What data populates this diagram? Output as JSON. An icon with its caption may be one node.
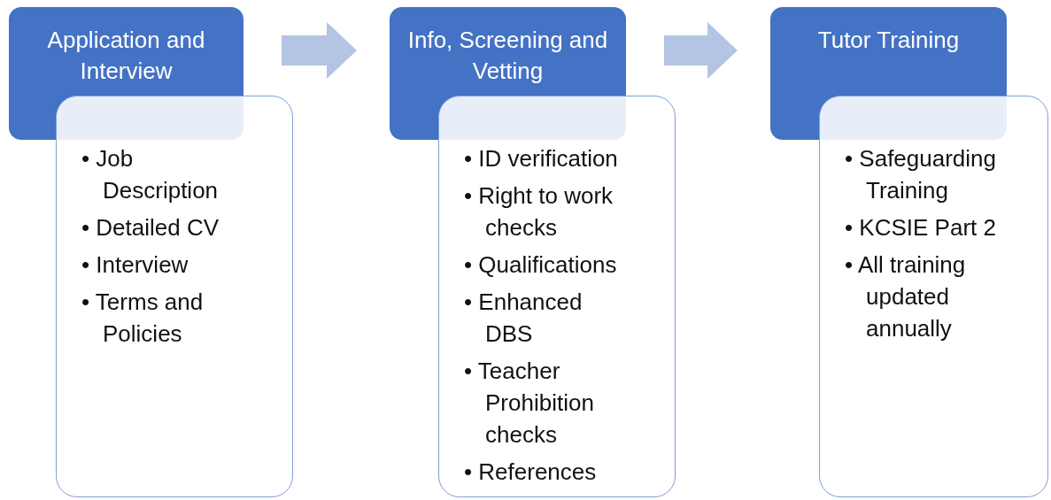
{
  "diagram": {
    "nodes": [
      {
        "text": [
          "Application and Interview"
        ]
      },
      {
        "text": [
          "• Job Description",
          "• Detailed CV",
          "• Interview",
          "• Terms and Policies"
        ]
      },
      {
        "text": [
          "Info, Screening and Vetting"
        ]
      },
      {
        "text": [
          "• ID verification",
          "• Right to work checks",
          "• Qualifications",
          "• Enhanced DBS",
          "• Teacher Prohibition checks",
          "• References"
        ]
      },
      {
        "text": [
          "Tutor Training"
        ]
      },
      {
        "text": [
          "• Safeguarding Training",
          "• KCSIE Part 2",
          "• All training updated annually"
        ]
      }
    ],
    "edges": [
      {
        "from": 0,
        "to": 2,
        "arrow": "to"
      },
      {
        "from": 2,
        "to": 4,
        "arrow": "to"
      }
    ]
  }
}
